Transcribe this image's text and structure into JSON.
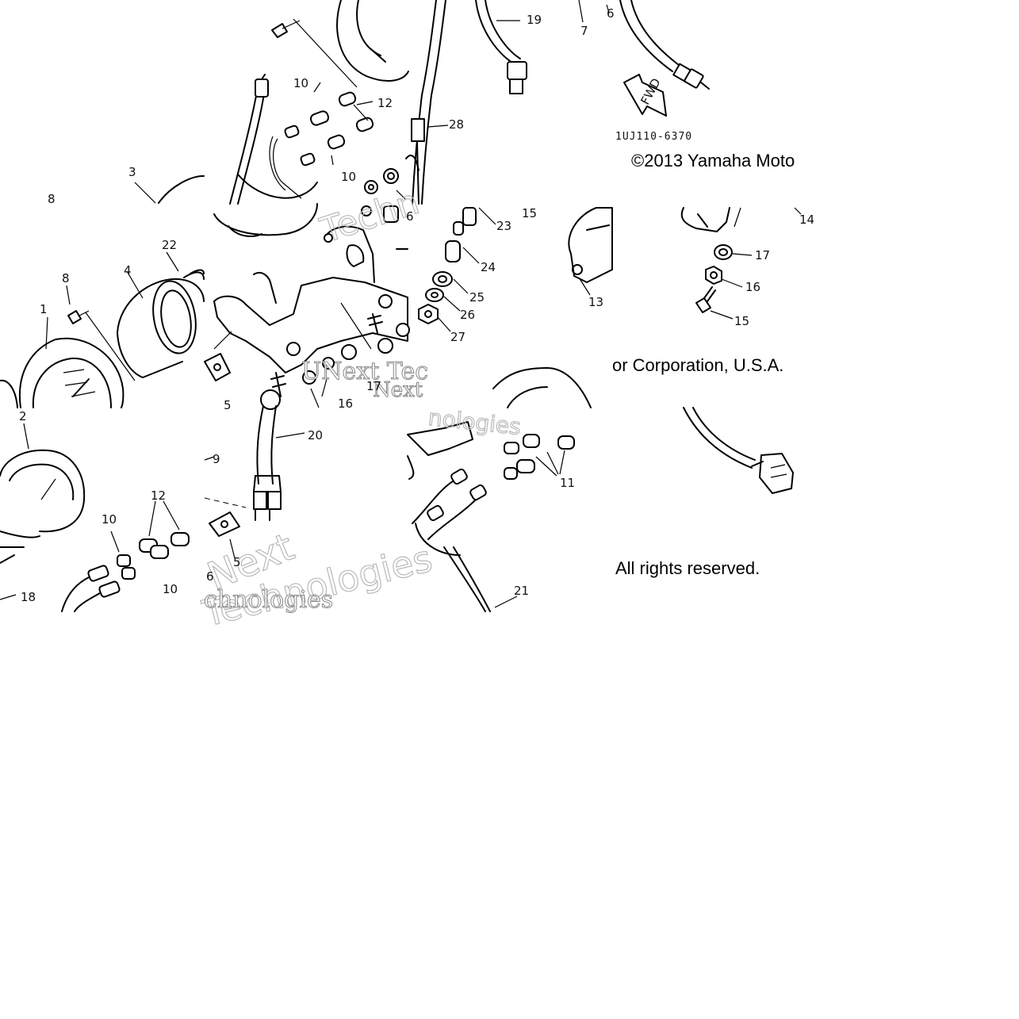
{
  "diagram": {
    "part_code": "1UJ110-6370",
    "fwd_label": "FWD",
    "copyright_lines": [
      "©2013 Yamaha Moto",
      "or Corporation, U.S.A.",
      "All rights reserved."
    ],
    "watermarks": [
      "Techn",
      "Next",
      "Technologies",
      "chnologies",
      "UNext Tec",
      "nologies"
    ],
    "callouts": [
      {
        "id": "c19",
        "text": "19"
      },
      {
        "id": "c7",
        "text": "7"
      },
      {
        "id": "c6top",
        "text": "6"
      },
      {
        "id": "c10a",
        "text": "10"
      },
      {
        "id": "c12a",
        "text": "12"
      },
      {
        "id": "c28",
        "text": "28"
      },
      {
        "id": "c10b",
        "text": "10"
      },
      {
        "id": "c3",
        "text": "3"
      },
      {
        "id": "c8a",
        "text": "8"
      },
      {
        "id": "c6a",
        "text": "6"
      },
      {
        "id": "c22",
        "text": "22"
      },
      {
        "id": "c8b",
        "text": "8"
      },
      {
        "id": "c4",
        "text": "4"
      },
      {
        "id": "c1",
        "text": "1"
      },
      {
        "id": "c5a",
        "text": "5"
      },
      {
        "id": "c17a",
        "text": "17"
      },
      {
        "id": "c16a",
        "text": "16"
      },
      {
        "id": "c15a",
        "text": "15"
      },
      {
        "id": "c23",
        "text": "23"
      },
      {
        "id": "c24",
        "text": "24"
      },
      {
        "id": "c25",
        "text": "25"
      },
      {
        "id": "c26",
        "text": "26"
      },
      {
        "id": "c27",
        "text": "27"
      },
      {
        "id": "c13",
        "text": "13"
      },
      {
        "id": "c14",
        "text": "14"
      },
      {
        "id": "c17b",
        "text": "17"
      },
      {
        "id": "c16b",
        "text": "16"
      },
      {
        "id": "c15b",
        "text": "15"
      },
      {
        "id": "c2",
        "text": "2"
      },
      {
        "id": "c12b",
        "text": "12"
      },
      {
        "id": "c10c",
        "text": "10"
      },
      {
        "id": "c10d",
        "text": "10"
      },
      {
        "id": "c18",
        "text": "18"
      },
      {
        "id": "c9",
        "text": "9"
      },
      {
        "id": "c20",
        "text": "20"
      },
      {
        "id": "c6b",
        "text": "6"
      },
      {
        "id": "c5b",
        "text": "5"
      },
      {
        "id": "c11",
        "text": "11"
      },
      {
        "id": "c21",
        "text": "21"
      }
    ]
  }
}
